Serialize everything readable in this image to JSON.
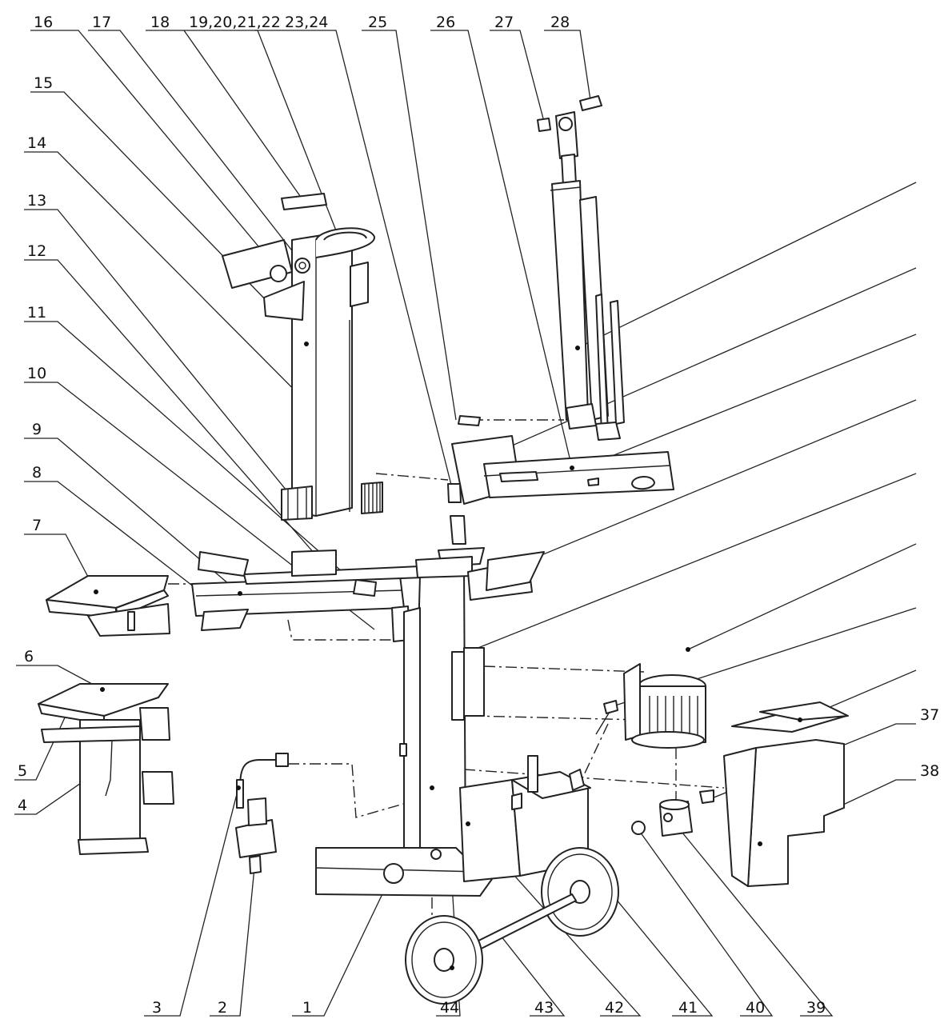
{
  "labels": [
    {
      "id": "16",
      "text": "16"
    },
    {
      "id": "17",
      "text": "17"
    },
    {
      "id": "18",
      "text": "18"
    },
    {
      "id": "19-22",
      "text": "19,20,21,22"
    },
    {
      "id": "23-24",
      "text": "23,24"
    },
    {
      "id": "25",
      "text": "25"
    },
    {
      "id": "26",
      "text": "26"
    },
    {
      "id": "27",
      "text": "27"
    },
    {
      "id": "28",
      "text": "28"
    },
    {
      "id": "15",
      "text": "15"
    },
    {
      "id": "14",
      "text": "14"
    },
    {
      "id": "13",
      "text": "13"
    },
    {
      "id": "12",
      "text": "12"
    },
    {
      "id": "11",
      "text": "11"
    },
    {
      "id": "10",
      "text": "10"
    },
    {
      "id": "9",
      "text": "9"
    },
    {
      "id": "8",
      "text": "8"
    },
    {
      "id": "7",
      "text": "7"
    },
    {
      "id": "6",
      "text": "6"
    },
    {
      "id": "5",
      "text": "5"
    },
    {
      "id": "4",
      "text": "4"
    },
    {
      "id": "37",
      "text": "37"
    },
    {
      "id": "38",
      "text": "38"
    },
    {
      "id": "3",
      "text": "3"
    },
    {
      "id": "2",
      "text": "2"
    },
    {
      "id": "1",
      "text": "1"
    },
    {
      "id": "44",
      "text": "44"
    },
    {
      "id": "43",
      "text": "43"
    },
    {
      "id": "42",
      "text": "42"
    },
    {
      "id": "41",
      "text": "41"
    },
    {
      "id": "40",
      "text": "40"
    },
    {
      "id": "39",
      "text": "39"
    }
  ]
}
